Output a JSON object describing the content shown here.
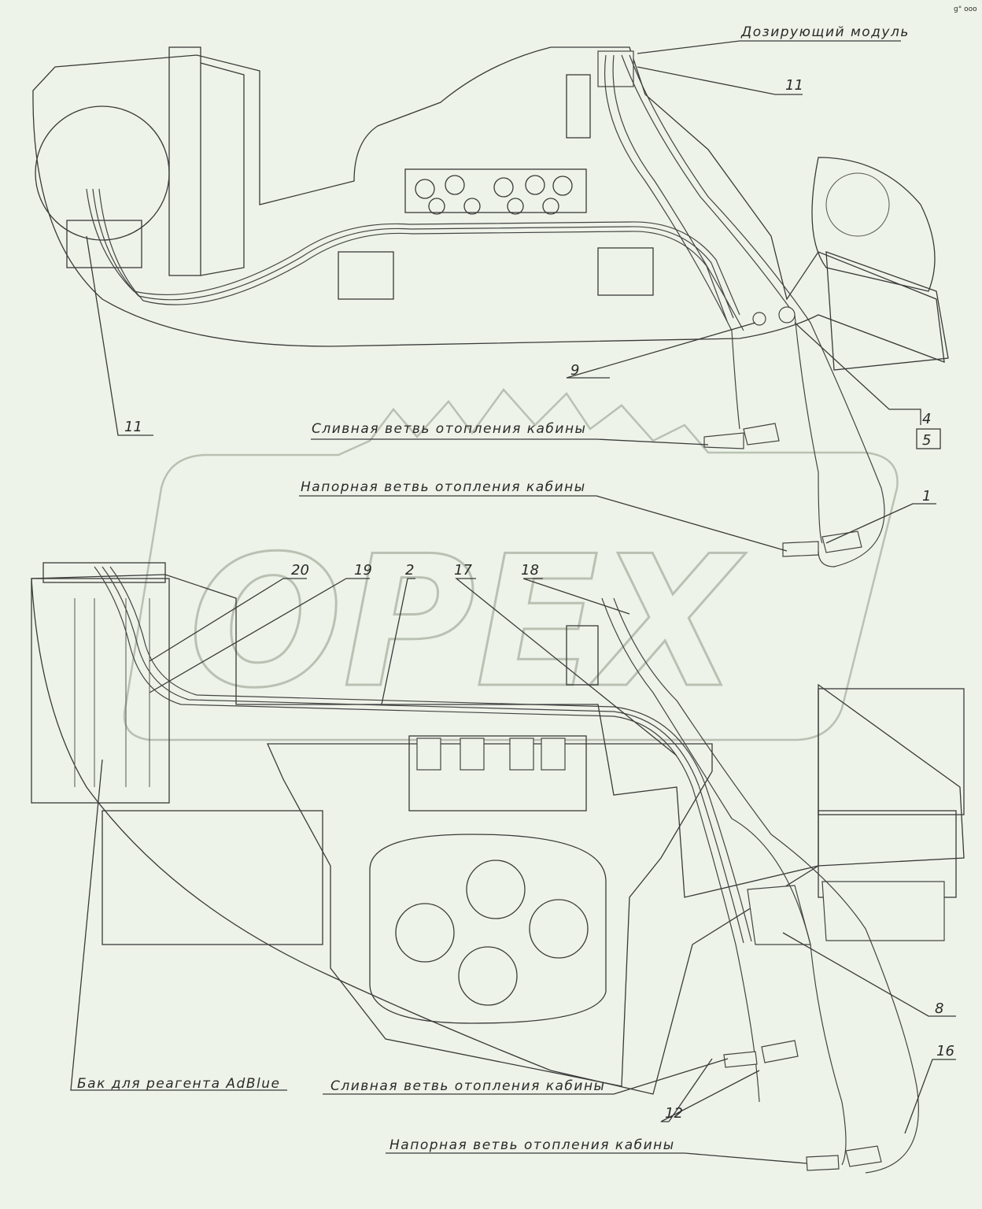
{
  "corner_mark": "g° ooo",
  "labels": {
    "dosing_module": "Дозирующий модуль",
    "drain_top": "Сливная ветвь отопления кабины",
    "pressure_top": "Напорная ветвь отопления кабины",
    "tank": "Бак для реагента AdBlue",
    "drain_bottom": "Сливная ветвь отопления кабины",
    "pressure_bottom": "Напорная ветвь отопления кабины"
  },
  "callouts": {
    "n11_top": "11",
    "n11_left": "11",
    "n9": "9",
    "n4": "4",
    "n5": "5",
    "n1": "1",
    "n20": "20",
    "n19": "19",
    "n2": "2",
    "n17": "17",
    "n18": "18",
    "n8": "8",
    "n16": "16",
    "n12": "12"
  },
  "watermark": "OPEX"
}
